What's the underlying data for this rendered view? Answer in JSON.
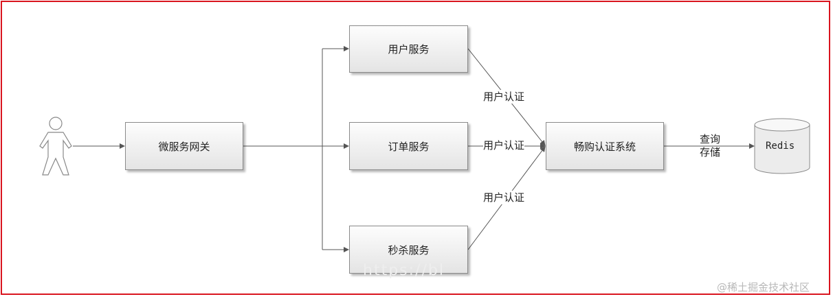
{
  "nodes": {
    "gateway": "微服务网关",
    "user_service": "用户服务",
    "order_service": "订单服务",
    "seckill_service": "秒杀服务",
    "auth_system": "畅购认证系统",
    "redis": "Redis"
  },
  "edge_labels": {
    "user_auth_top": "用户认证",
    "user_auth_mid": "用户认证",
    "user_auth_bottom": "用户认证",
    "query_store": "查询\n存储"
  },
  "faded_url": "https://bl",
  "watermark": "@稀土掘金技术社区",
  "colors": {
    "frame": "#d9141e",
    "line": "#555555",
    "box_border": "#8a8a8a"
  }
}
